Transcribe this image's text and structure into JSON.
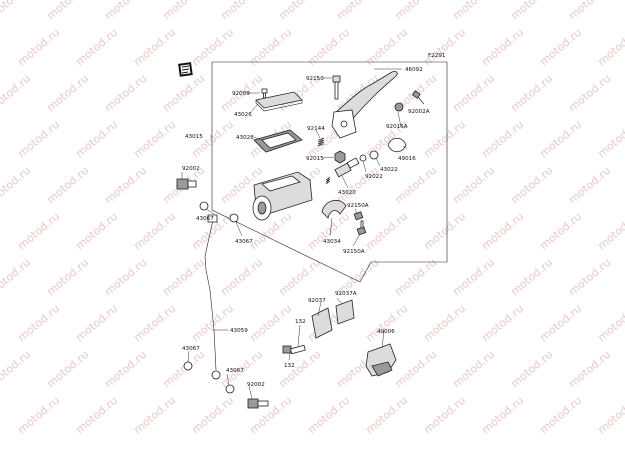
{
  "figure_code": "F2291",
  "watermark_text": "motod.ru",
  "parts": [
    {
      "id": "p46092",
      "number": "46092"
    },
    {
      "id": "p92150",
      "number": "92150"
    },
    {
      "id": "p92002a_top",
      "number": "92002A"
    },
    {
      "id": "p92009",
      "number": "92009"
    },
    {
      "id": "p43026",
      "number": "43026"
    },
    {
      "id": "p43015",
      "number": "43015"
    },
    {
      "id": "p43028",
      "number": "43028"
    },
    {
      "id": "p92144",
      "number": "92144"
    },
    {
      "id": "p92015a",
      "number": "92015A"
    },
    {
      "id": "p49016",
      "number": "49016"
    },
    {
      "id": "p92015",
      "number": "92015"
    },
    {
      "id": "p43022",
      "number": "43022"
    },
    {
      "id": "p92022",
      "number": "92022"
    },
    {
      "id": "p92002_top",
      "number": "92002"
    },
    {
      "id": "p43020",
      "number": "43020"
    },
    {
      "id": "p43067_a",
      "number": "43067"
    },
    {
      "id": "p92150a_top",
      "number": "92150A"
    },
    {
      "id": "p43067_b",
      "number": "43067"
    },
    {
      "id": "p43034",
      "number": "43034"
    },
    {
      "id": "p92150a_bot",
      "number": "92150A"
    },
    {
      "id": "p92037a",
      "number": "92037A"
    },
    {
      "id": "p92037",
      "number": "92037"
    },
    {
      "id": "p43059",
      "number": "43059"
    },
    {
      "id": "p132_top",
      "number": "132"
    },
    {
      "id": "p49006",
      "number": "49006"
    },
    {
      "id": "p43067_c",
      "number": "43067"
    },
    {
      "id": "p132_bot",
      "number": "132"
    },
    {
      "id": "p43067_d",
      "number": "43067"
    },
    {
      "id": "p92002_bot",
      "number": "92002"
    }
  ]
}
